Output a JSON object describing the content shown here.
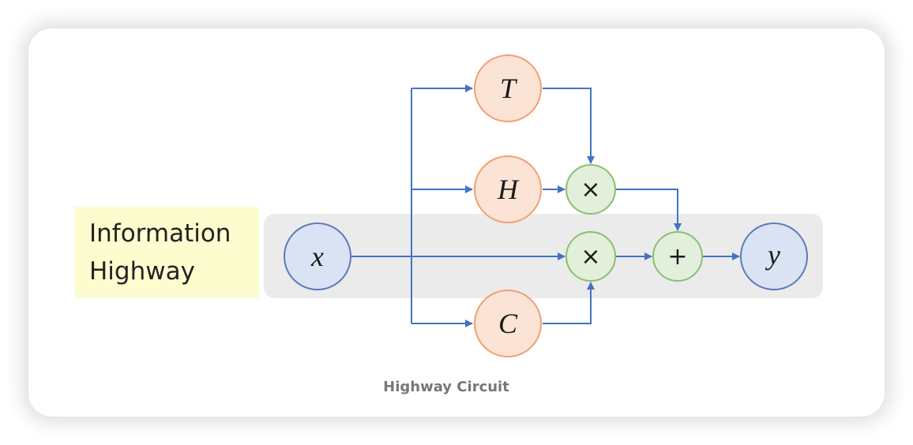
{
  "diagram": {
    "label_box": {
      "lines": [
        "Information",
        "Highway"
      ],
      "background": "#fdfcce"
    },
    "caption": "Highway Circuit",
    "colors": {
      "arrow": "#4472c4",
      "gate_fill": "#fbe3d6",
      "gate_stroke": "#f0a070",
      "io_fill": "#dae3f3",
      "io_stroke": "#5b7ab8",
      "op_fill": "#e2efda",
      "op_stroke": "#88c070",
      "band": "#ebebeb"
    },
    "nodes": [
      {
        "id": "x",
        "label": "x",
        "kind": "input"
      },
      {
        "id": "T",
        "label": "T",
        "kind": "gate"
      },
      {
        "id": "H",
        "label": "H",
        "kind": "gate"
      },
      {
        "id": "C",
        "label": "C",
        "kind": "gate"
      },
      {
        "id": "mul1",
        "label": "×",
        "kind": "operator"
      },
      {
        "id": "mul2",
        "label": "×",
        "kind": "operator"
      },
      {
        "id": "add",
        "label": "+",
        "kind": "operator"
      },
      {
        "id": "y",
        "label": "y",
        "kind": "output"
      }
    ],
    "edges": [
      {
        "from": "x",
        "to": "T"
      },
      {
        "from": "x",
        "to": "H"
      },
      {
        "from": "x",
        "to": "C"
      },
      {
        "from": "x",
        "to": "mul2"
      },
      {
        "from": "T",
        "to": "mul1"
      },
      {
        "from": "H",
        "to": "mul1"
      },
      {
        "from": "C",
        "to": "mul2"
      },
      {
        "from": "mul1",
        "to": "add"
      },
      {
        "from": "mul2",
        "to": "add"
      },
      {
        "from": "add",
        "to": "y"
      }
    ]
  }
}
